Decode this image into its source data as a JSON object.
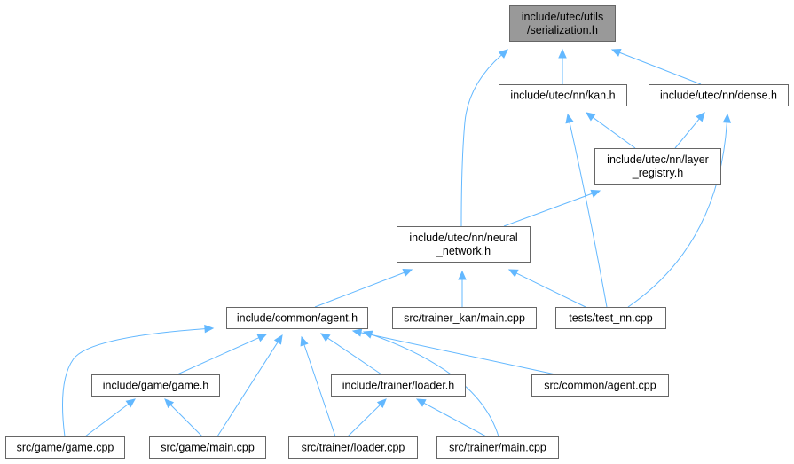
{
  "colors": {
    "root_fill": "#999999",
    "node_fill": "#ffffff",
    "node_border": "#666666",
    "edge": "#63b8ff"
  },
  "nodes": [
    {
      "id": "serialization",
      "lines": [
        "include/utec/utils",
        "/serialization.h"
      ],
      "root": true
    },
    {
      "id": "kan",
      "lines": [
        "include/utec/nn/kan.h"
      ]
    },
    {
      "id": "dense",
      "lines": [
        "include/utec/nn/dense.h"
      ]
    },
    {
      "id": "layer_registry",
      "lines": [
        "include/utec/nn/layer",
        "_registry.h"
      ]
    },
    {
      "id": "neural_network",
      "lines": [
        "include/utec/nn/neural",
        "_network.h"
      ]
    },
    {
      "id": "agent_h",
      "lines": [
        "include/common/agent.h"
      ]
    },
    {
      "id": "trainer_kan_main",
      "lines": [
        "src/trainer_kan/main.cpp"
      ]
    },
    {
      "id": "test_nn",
      "lines": [
        "tests/test_nn.cpp"
      ]
    },
    {
      "id": "game_h",
      "lines": [
        "include/game/game.h"
      ]
    },
    {
      "id": "loader_h",
      "lines": [
        "include/trainer/loader.h"
      ]
    },
    {
      "id": "agent_cpp",
      "lines": [
        "src/common/agent.cpp"
      ]
    },
    {
      "id": "game_cpp",
      "lines": [
        "src/game/game.cpp"
      ]
    },
    {
      "id": "game_main",
      "lines": [
        "src/game/main.cpp"
      ]
    },
    {
      "id": "loader_cpp",
      "lines": [
        "src/trainer/loader.cpp"
      ]
    },
    {
      "id": "trainer_main",
      "lines": [
        "src/trainer/main.cpp"
      ]
    }
  ],
  "edges": [
    {
      "from": "kan",
      "to": "serialization"
    },
    {
      "from": "dense",
      "to": "serialization"
    },
    {
      "from": "neural_network",
      "to": "serialization"
    },
    {
      "from": "layer_registry",
      "to": "kan"
    },
    {
      "from": "test_nn",
      "to": "kan"
    },
    {
      "from": "layer_registry",
      "to": "dense"
    },
    {
      "from": "test_nn",
      "to": "dense"
    },
    {
      "from": "neural_network",
      "to": "layer_registry"
    },
    {
      "from": "agent_h",
      "to": "neural_network"
    },
    {
      "from": "trainer_kan_main",
      "to": "neural_network"
    },
    {
      "from": "test_nn",
      "to": "neural_network"
    },
    {
      "from": "game_cpp",
      "to": "agent_h"
    },
    {
      "from": "game_h",
      "to": "agent_h"
    },
    {
      "from": "game_main",
      "to": "agent_h"
    },
    {
      "from": "loader_cpp",
      "to": "agent_h"
    },
    {
      "from": "loader_h",
      "to": "agent_h"
    },
    {
      "from": "trainer_main",
      "to": "agent_h"
    },
    {
      "from": "agent_cpp",
      "to": "agent_h"
    },
    {
      "from": "game_cpp",
      "to": "game_h"
    },
    {
      "from": "game_main",
      "to": "game_h"
    },
    {
      "from": "loader_cpp",
      "to": "loader_h"
    },
    {
      "from": "trainer_main",
      "to": "loader_h"
    }
  ]
}
